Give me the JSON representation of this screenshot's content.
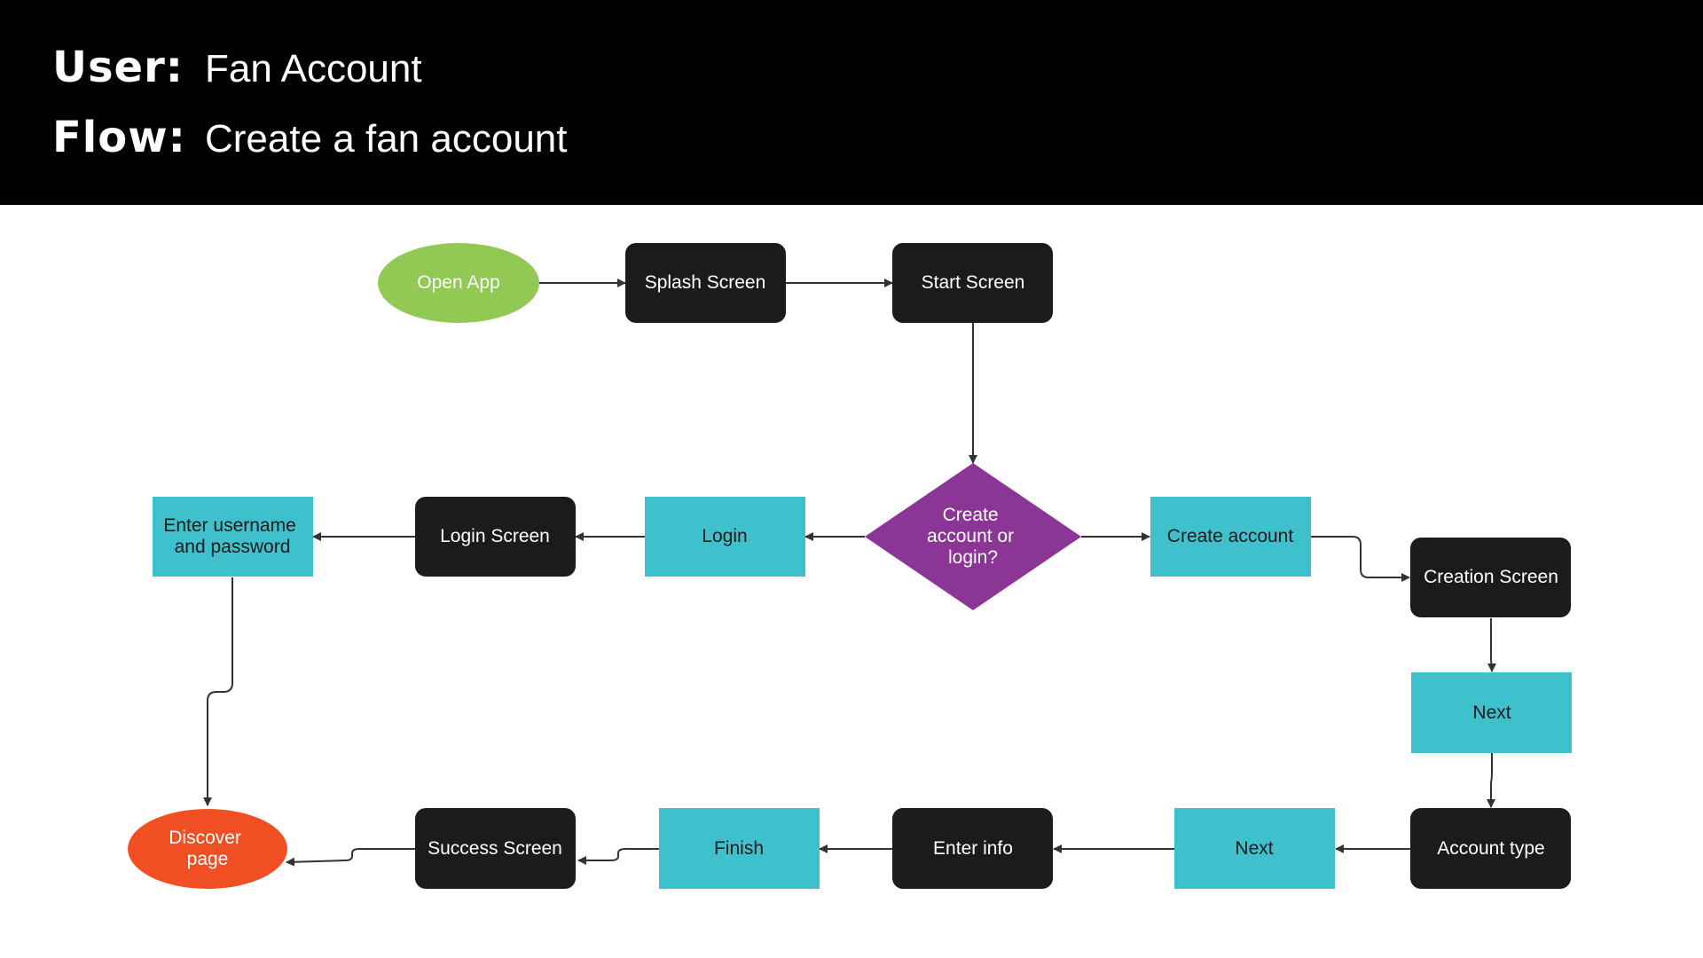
{
  "header": {
    "user_key": "User:",
    "user_value": "Fan Account",
    "flow_key": "Flow:",
    "flow_value": "Create a fan account"
  },
  "colors": {
    "header_bg": "#000000",
    "start_node": "#92c955",
    "screen_node": "#1c1b1c",
    "action_node": "#3ec0cd",
    "decision_node": "#8b3596",
    "end_node": "#f04f23",
    "arrow": "#333333"
  },
  "nodes": {
    "open_app": [
      "Open App"
    ],
    "splash_screen": [
      "Splash Screen"
    ],
    "start_screen": [
      "Start Screen"
    ],
    "decision": [
      "Create",
      "account or",
      "login?"
    ],
    "login": [
      "Login"
    ],
    "login_screen": [
      "Login Screen"
    ],
    "enter_username": [
      "Enter username",
      "and password"
    ],
    "create_account": [
      "Create account"
    ],
    "creation_screen": [
      "Creation Screen"
    ],
    "next_1": [
      "Next"
    ],
    "account_type": [
      "Account type"
    ],
    "next_2": [
      "Next"
    ],
    "enter_info": [
      "Enter info"
    ],
    "finish": [
      "Finish"
    ],
    "success_screen": [
      "Success Screen"
    ],
    "discover_page": [
      "Discover",
      "page"
    ]
  }
}
